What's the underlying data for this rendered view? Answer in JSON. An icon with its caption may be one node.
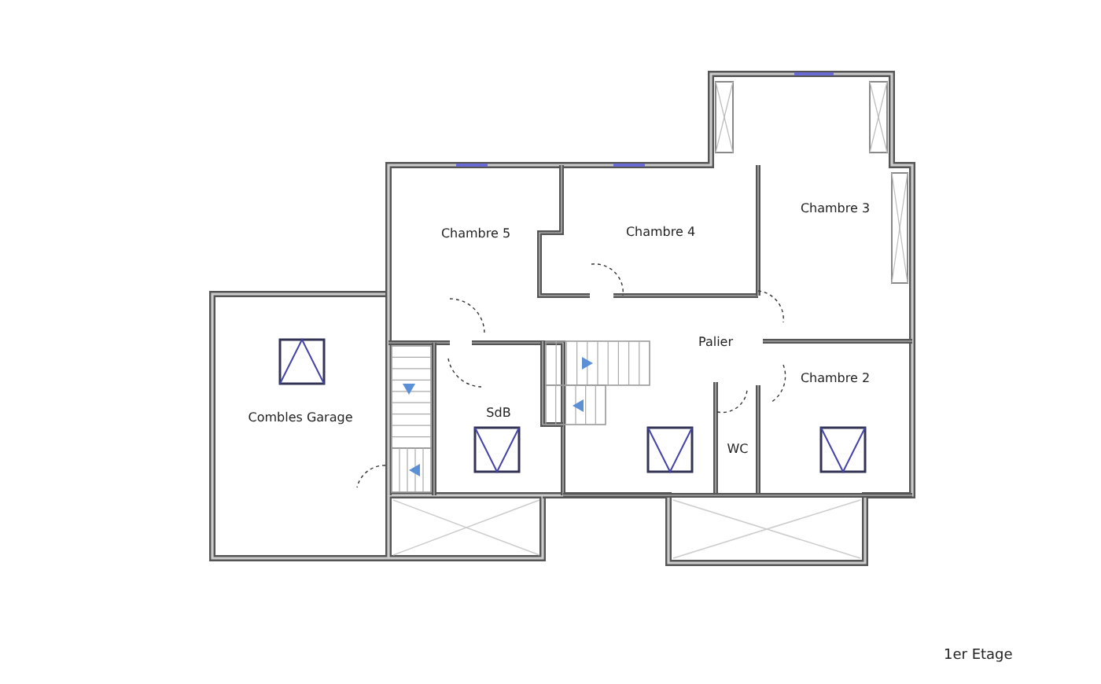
{
  "diagram": {
    "nodes": [
      {
        "text": [
          "Chambre 5"
        ]
      },
      {
        "text": [
          "Chambre 4"
        ]
      },
      {
        "text": [
          "Chambre 3"
        ]
      },
      {
        "text": [
          "Palier"
        ]
      },
      {
        "text": [
          "Chambre 2"
        ]
      },
      {
        "text": [
          "WC"
        ]
      },
      {
        "text": [
          "SdB"
        ]
      },
      {
        "text": [
          "Combles Garage"
        ]
      }
    ],
    "edges": [],
    "labels": [
      "1er Etage"
    ]
  }
}
